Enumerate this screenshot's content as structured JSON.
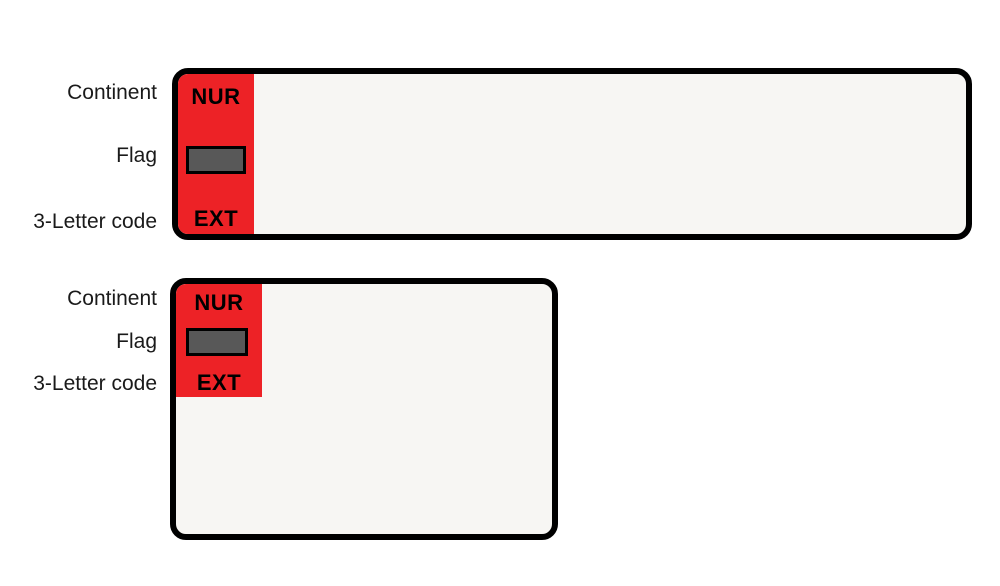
{
  "colors": {
    "legend_red": "#ED2226",
    "panel_fill": "#F7F6F3",
    "panel_border": "#000000",
    "flag_swatch": "#585858",
    "label_text": "#1A1A1A"
  },
  "blocks": [
    {
      "id": "block-1",
      "labels": {
        "continent": "Continent",
        "flag": "Flag",
        "code": "3-Letter code"
      },
      "legend": {
        "continent_code": "NUR",
        "country_code": "EXT",
        "flag_swatch_label": "flag-swatch"
      }
    },
    {
      "id": "block-2",
      "labels": {
        "continent": "Continent",
        "flag": "Flag",
        "code": "3-Letter code"
      },
      "legend": {
        "continent_code": "NUR",
        "country_code": "EXT",
        "flag_swatch_label": "flag-swatch"
      }
    }
  ]
}
